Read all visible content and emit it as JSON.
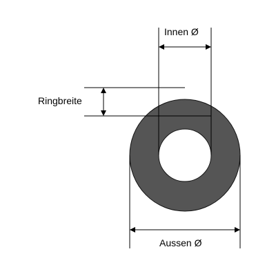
{
  "labels": {
    "inner_diameter": "Innen Ø",
    "ring_width": "Ringbreite",
    "outer_diameter": "Aussen Ø"
  },
  "colors": {
    "ring_fill": "#555555",
    "ring_stroke": "#111111",
    "line": "#000000",
    "text": "#000000",
    "background": "#ffffff"
  }
}
